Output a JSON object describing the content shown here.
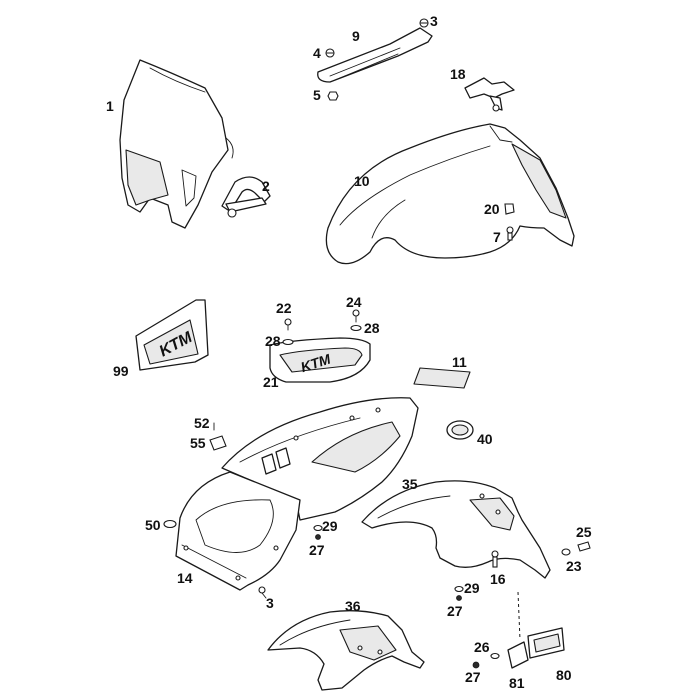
{
  "callouts": {
    "c1": "1",
    "c2": "2",
    "c3a": "3",
    "c3b": "3",
    "c4": "4",
    "c5": "5",
    "c7": "7",
    "c9": "9",
    "c10": "10",
    "c11": "11",
    "c14": "14",
    "c16": "16",
    "c18": "18",
    "c20": "20",
    "c21": "21",
    "c22": "22",
    "c23": "23",
    "c24": "24",
    "c25": "25",
    "c26": "26",
    "c27a": "27",
    "c27b": "27",
    "c27c": "27",
    "c28a": "28",
    "c28b": "28",
    "c29a": "29",
    "c29b": "29",
    "c35": "35",
    "c36": "36",
    "c40": "40",
    "c50": "50",
    "c52": "52",
    "c55": "55",
    "c80": "80",
    "c81": "81",
    "c99": "99"
  },
  "logos": {
    "decal": "KTM",
    "seat": "KTM"
  },
  "colors": {
    "line": "#1a1a1a",
    "background": "#ffffff",
    "shade": "#e9e9e9"
  }
}
